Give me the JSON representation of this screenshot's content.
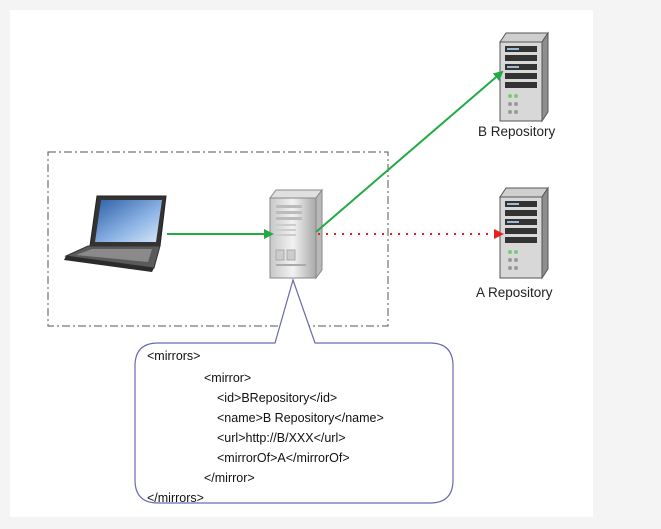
{
  "diagram": {
    "nodes": {
      "b_repository": {
        "label": "B Repository"
      },
      "a_repository": {
        "label": "A Repository"
      }
    },
    "callout": {
      "lines": [
        "<mirrors>",
        "<mirror>",
        "<id>BRepository</id>",
        "<name>B Repository</name>",
        "<url>http://B/XXX</url>",
        "<mirrorOf>A</mirrorOf>",
        "</mirror>",
        "</mirrors>"
      ]
    },
    "colors": {
      "active_link": "#22aa44",
      "redirected_link": "#e52222",
      "group_border": "#555555",
      "callout_border": "#6a6ab0"
    }
  }
}
